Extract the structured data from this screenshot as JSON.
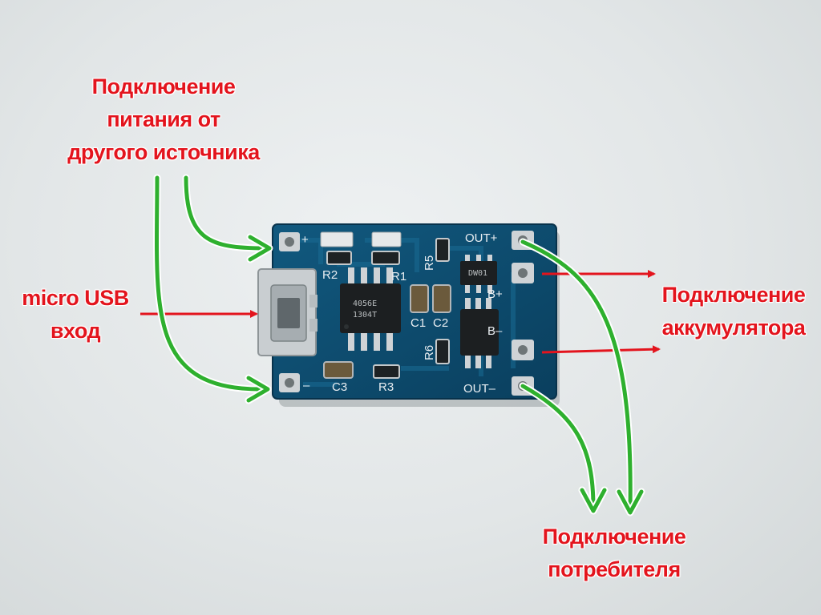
{
  "labels": {
    "external_power": [
      "Подключение",
      "питания от",
      "другого источника"
    ],
    "micro_usb": [
      "micro USB",
      "вход"
    ],
    "battery": [
      "Подключение",
      "аккумулятора"
    ],
    "consumer": [
      "Подключение",
      "потребителя"
    ]
  },
  "silkscreen": {
    "plus": "+",
    "minus": "–",
    "r1": "R1",
    "r2": "R2",
    "r3": "R3",
    "r5": "R5",
    "r6": "R6",
    "c1": "C1",
    "c2": "C2",
    "c3": "C3",
    "out_plus": "OUT+",
    "out_minus": "OUT–",
    "b_plus": "B+",
    "b_minus": "B–"
  },
  "chip_markings": {
    "charger": [
      "4056E",
      "1304T"
    ],
    "protect": "DW01"
  },
  "colors": {
    "board": "#0d4c6e",
    "red_arrow": "#e3141d",
    "green_arrow": "#2eb02e",
    "label_text": "#e3141d"
  }
}
